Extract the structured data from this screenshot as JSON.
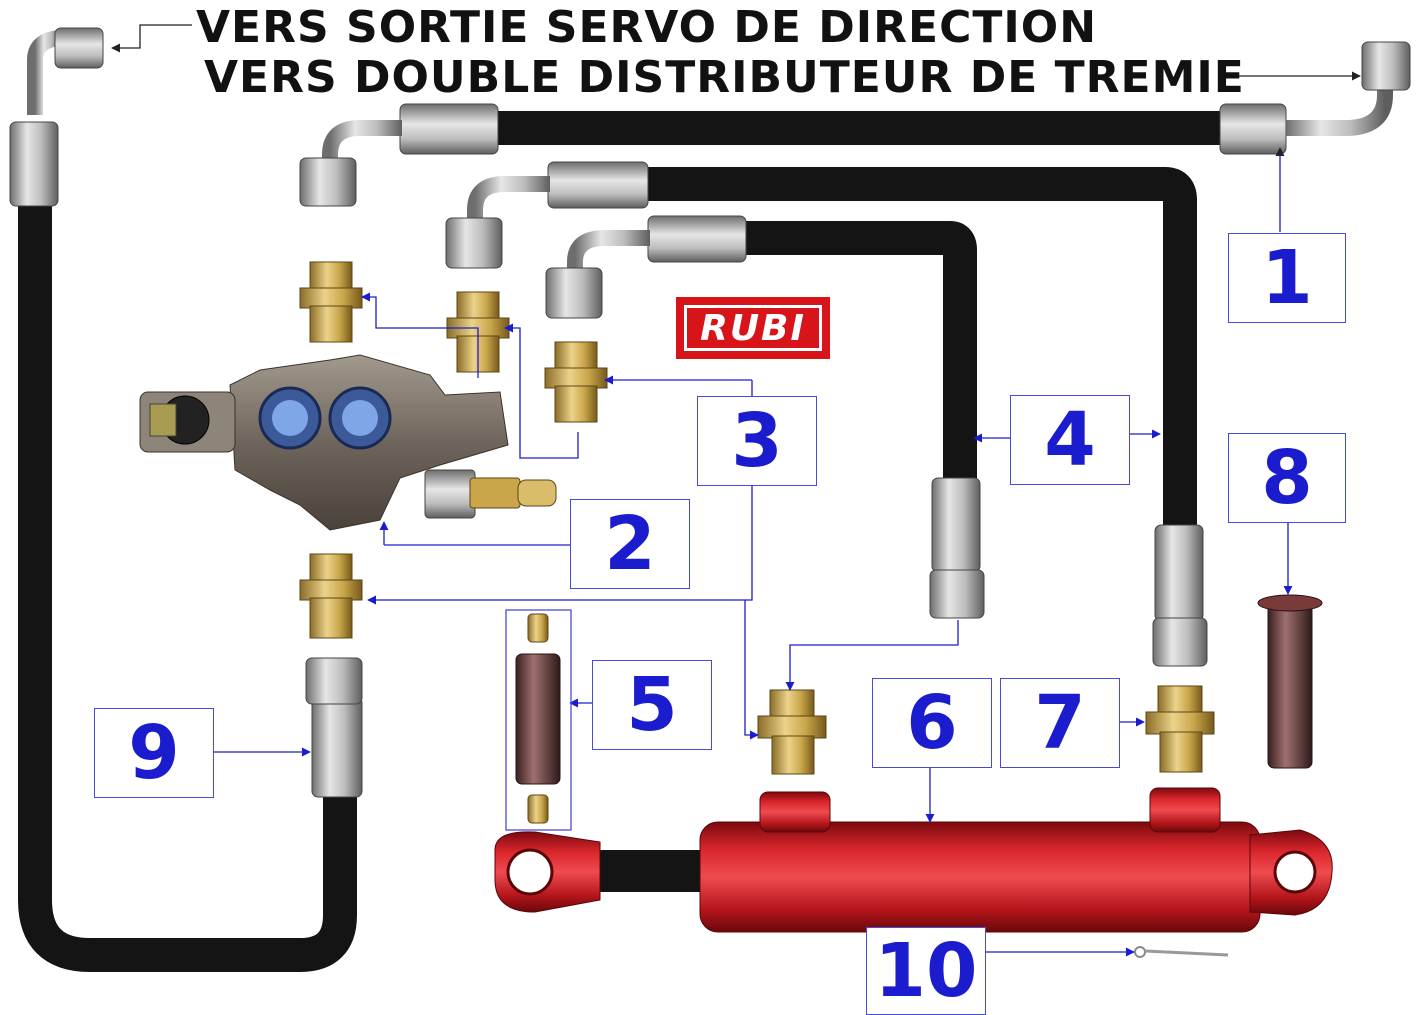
{
  "titles": {
    "line1": "VERS SORTIE SERVO DE DIRECTION",
    "line2": "VERS DOUBLE DISTRIBUTEUR DE TREMIE"
  },
  "brand": {
    "logo_text": "RUBI",
    "logo_color": "#d8141b"
  },
  "callouts": [
    {
      "id": "1",
      "label": "1"
    },
    {
      "id": "2",
      "label": "2"
    },
    {
      "id": "3",
      "label": "3"
    },
    {
      "id": "4",
      "label": "4"
    },
    {
      "id": "5",
      "label": "5"
    },
    {
      "id": "6",
      "label": "6"
    },
    {
      "id": "7",
      "label": "7"
    },
    {
      "id": "8",
      "label": "8"
    },
    {
      "id": "9",
      "label": "9"
    },
    {
      "id": "10",
      "label": "10"
    }
  ],
  "colors": {
    "callout_text": "#1c1ccf",
    "callout_border": "#4a4ad8",
    "hose": "#141414",
    "cylinder": "#c4161c",
    "fitting_brass": "#c9a64a"
  }
}
